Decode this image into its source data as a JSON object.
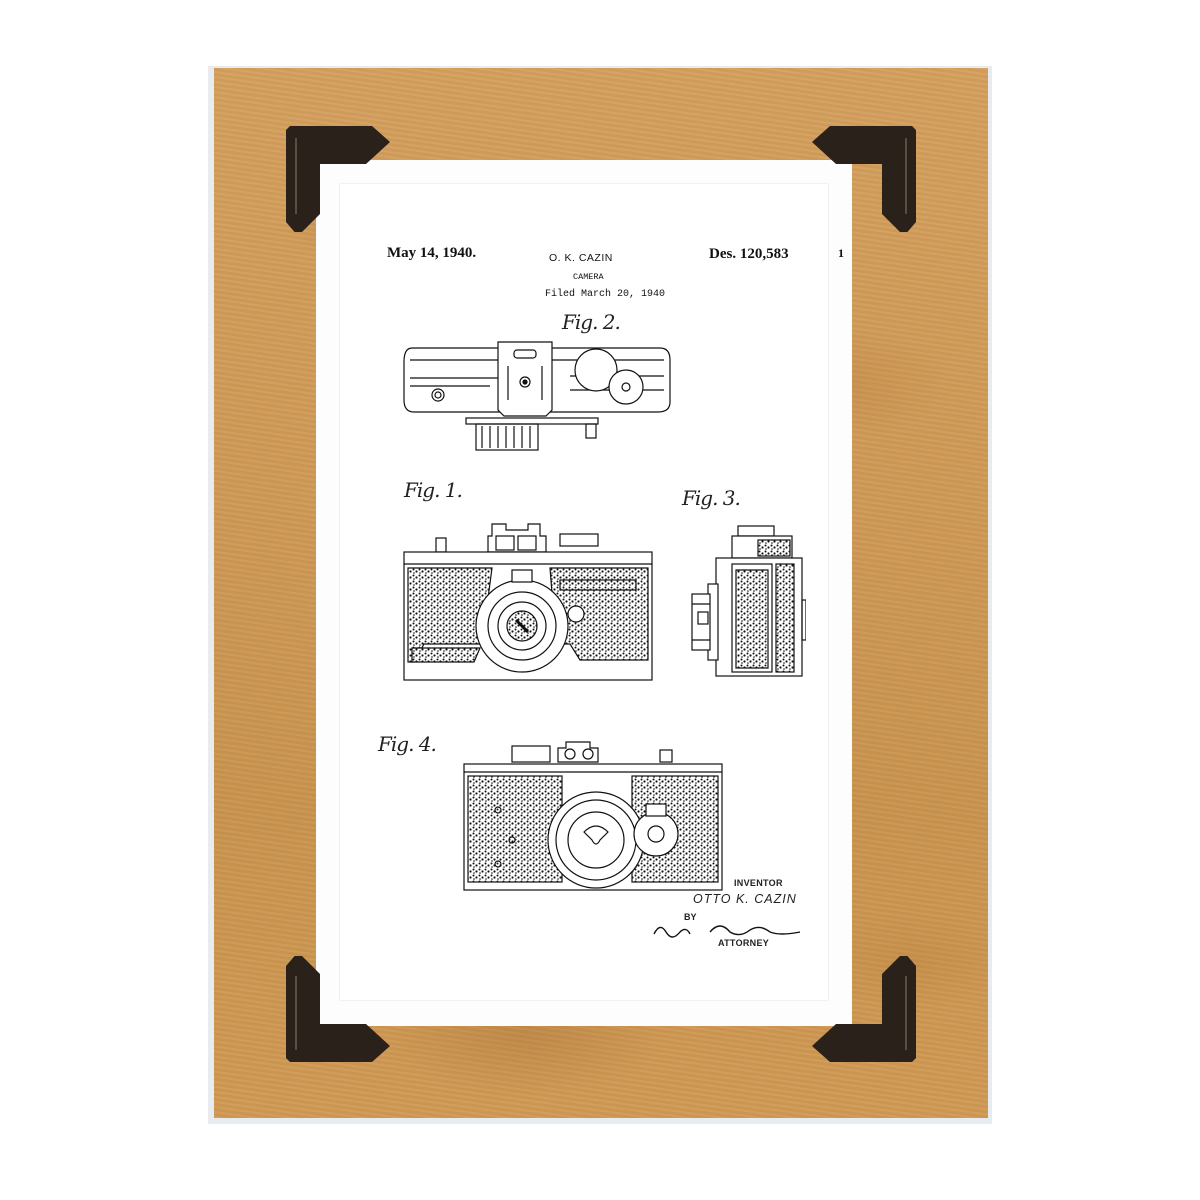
{
  "product": {
    "type": "framed patent print",
    "mat_color": "#cf9a57",
    "paper_color": "#ffffff",
    "corner_color": "#2a211b"
  },
  "patent": {
    "date": "May 14, 1940.",
    "inventor_header": "O. K. CAZIN",
    "design_number": "Des. 120,583",
    "sheet_mark": "1",
    "title": "CAMERA",
    "filed": "Filed March 20, 1940"
  },
  "figures": [
    {
      "label": "Fig. 2.",
      "view": "top view of camera"
    },
    {
      "label": "Fig. 1.",
      "view": "front view of camera"
    },
    {
      "label": "Fig. 3.",
      "view": "side view of camera"
    },
    {
      "label": "Fig. 4.",
      "view": "rear/front view of camera"
    }
  ],
  "signature": {
    "inventor_label": "INVENTOR",
    "inventor_name": "OTTO K. CAZIN",
    "by": "BY",
    "attorney_label": "ATTORNEY"
  }
}
